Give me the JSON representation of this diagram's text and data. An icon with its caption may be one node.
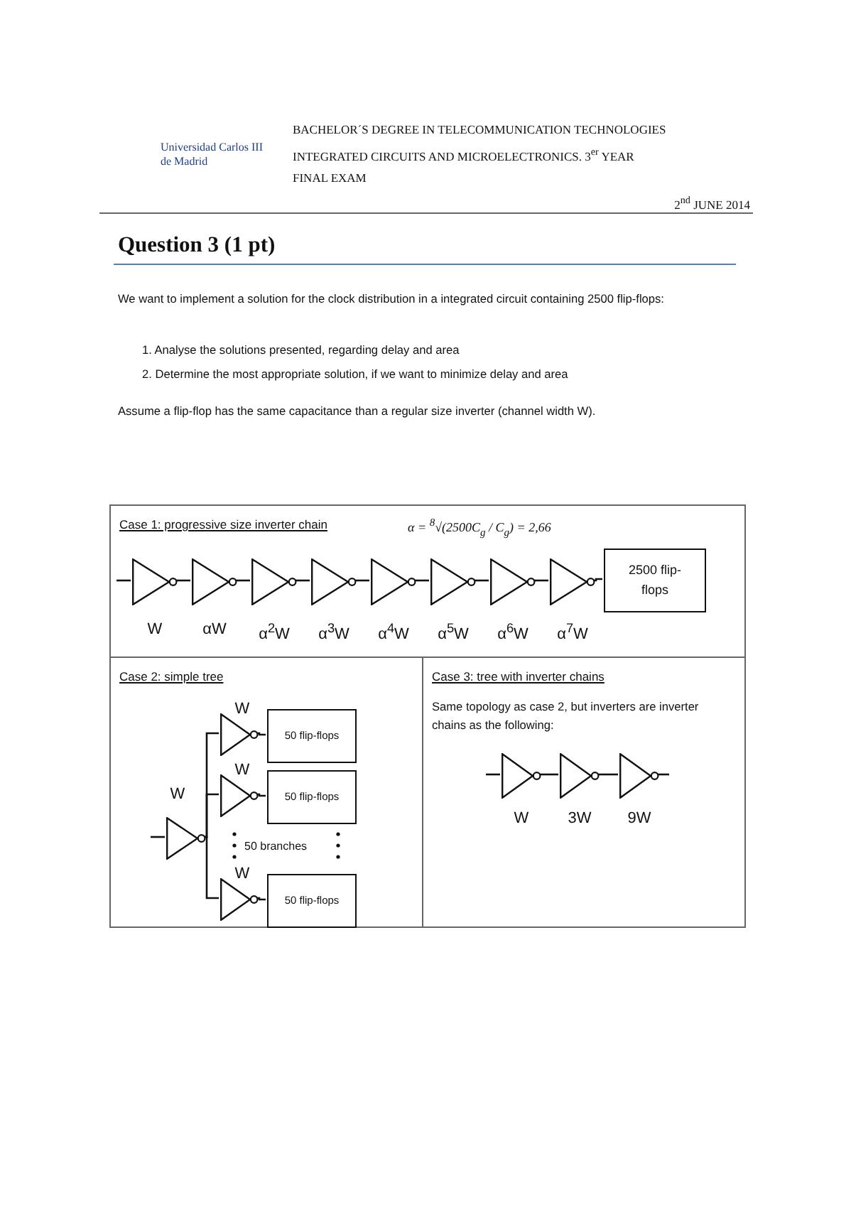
{
  "diagram": {
    "title": "Question 3 (1 pt)",
    "nodes": [
      {
        "text": [
          "Case 1: progressive size inverter chain"
        ]
      },
      {
        "text": [],
        "shape": "triangle",
        "in": 0,
        "beside": [
          "W"
        ]
      },
      {
        "text": [],
        "shape": "triangle",
        "in": 0,
        "beside": [
          "αW"
        ]
      },
      {
        "text": [],
        "shape": "triangle",
        "in": 0,
        "beside": [
          "α$^{2}$W"
        ]
      },
      {
        "text": [],
        "shape": "triangle",
        "in": 0,
        "beside": [
          "α$^{3}$W"
        ]
      },
      {
        "text": [],
        "shape": "triangle",
        "in": 0,
        "beside": [
          "α$^{4}$W"
        ]
      },
      {
        "text": [],
        "shape": "triangle",
        "in": 0,
        "beside": [
          "α$^{5}$W"
        ]
      },
      {
        "text": [],
        "shape": "triangle",
        "in": 0,
        "beside": [
          "α$^{6}$W"
        ]
      },
      {
        "text": [],
        "shape": "triangle",
        "in": 0,
        "beside": [
          "α$^{7}$W"
        ]
      },
      {
        "text": [
          "2500 flip-flops"
        ],
        "in": 0
      },
      {
        "text": [
          "Case 2: simple tree"
        ]
      },
      {
        "text": [],
        "shape": "triangle",
        "in": 10,
        "beside": [
          "W"
        ]
      },
      {
        "text": [],
        "shape": "triangle",
        "in": 10,
        "beside": [
          "W"
        ]
      },
      {
        "text": [],
        "shape": "triangle",
        "in": 10,
        "beside": [
          "W"
        ]
      },
      {
        "text": [],
        "shape": "triangle",
        "in": 10,
        "beside": [
          "W"
        ]
      },
      {
        "text": [
          "50 flip-flops"
        ],
        "in": 10
      },
      {
        "text": [
          "50 flip-flops"
        ],
        "in": 10
      },
      {
        "text": [
          "50 flip-flops"
        ],
        "in": 10
      },
      {
        "text": [
          "Case 3: tree with inverter chains",
          "Same topology as case 2, but inverters are inverter chains as the following:"
        ]
      },
      {
        "text": [],
        "shape": "triangle",
        "in": 18,
        "beside": [
          "W"
        ]
      },
      {
        "text": [],
        "shape": "triangle",
        "in": 18,
        "beside": [
          "3W"
        ]
      },
      {
        "text": [],
        "shape": "triangle",
        "in": 18,
        "beside": [
          "9W"
        ]
      }
    ],
    "edges": [
      {
        "from": null,
        "to": 1,
        "arrow": "none"
      },
      {
        "from": 1,
        "to": 2,
        "arrow": "none"
      },
      {
        "from": 2,
        "to": 3,
        "arrow": "none"
      },
      {
        "from": 3,
        "to": 4,
        "arrow": "none"
      },
      {
        "from": 4,
        "to": 5,
        "arrow": "none"
      },
      {
        "from": 5,
        "to": 6,
        "arrow": "none"
      },
      {
        "from": 6,
        "to": 7,
        "arrow": "none"
      },
      {
        "from": 7,
        "to": 8,
        "arrow": "none"
      },
      {
        "from": 8,
        "to": 9,
        "arrow": "none"
      },
      {
        "from": null,
        "to": 11,
        "arrow": "none"
      },
      {
        "from": 11,
        "to": 12,
        "arrow": "none"
      },
      {
        "from": 11,
        "to": 13,
        "arrow": "none"
      },
      {
        "from": 11,
        "to": 14,
        "arrow": "none"
      },
      {
        "from": 12,
        "to": 15,
        "arrow": "none"
      },
      {
        "from": 13,
        "to": 16,
        "arrow": "none"
      },
      {
        "from": 14,
        "to": 17,
        "arrow": "none"
      },
      {
        "from": null,
        "to": 19,
        "arrow": "none"
      },
      {
        "from": 19,
        "to": 20,
        "arrow": "none"
      },
      {
        "from": 20,
        "to": 21,
        "arrow": "none"
      },
      {
        "from": 21,
        "to": null,
        "arrow": "none"
      }
    ],
    "labels": [
      "Universidad Carlos III de Madrid",
      "BACHELOR´S DEGREE IN TELECOMMUNICATION TECHNOLOGIES",
      "INTEGRATED CIRCUITS AND MICROELECTRONICS. 3$^{er}$ YEAR",
      "FINAL EXAM",
      "2$^{nd}$ JUNE 2014",
      "We want to implement a solution for the clock distribution in a integrated circuit containing 2500 flip-flops:",
      "1. Analyse the solutions presented, regarding delay and area",
      "2. Determine the most appropriate solution, if we want to minimize delay and area",
      "Assume a flip-flop has the same capacitance than a regular size inverter (channel width W).",
      "α = $^{8}$√(2500C$_{g}$ / C$_{g}$) = 2,66",
      "50 branches"
    ]
  }
}
